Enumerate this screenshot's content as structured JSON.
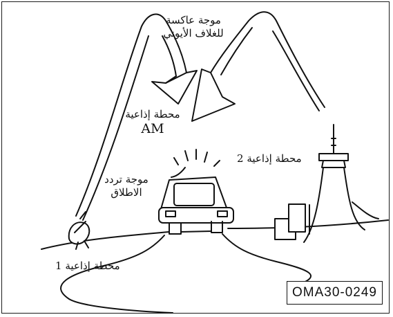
{
  "labels": {
    "ionosphere_wave": [
      "موجة عاكسة",
      "للغلاف الأيوني"
    ],
    "am_station": [
      "محطة إذاعية",
      "AM"
    ],
    "station_2": "محطة إذاعية 2",
    "launch_wave": [
      "موجة تردد",
      "الاطلاق"
    ],
    "station_1": "محطة إذاعية 1"
  },
  "figure_code": "OMA30-0249",
  "colors": {
    "line": "#111111",
    "background": "#ffffff"
  }
}
